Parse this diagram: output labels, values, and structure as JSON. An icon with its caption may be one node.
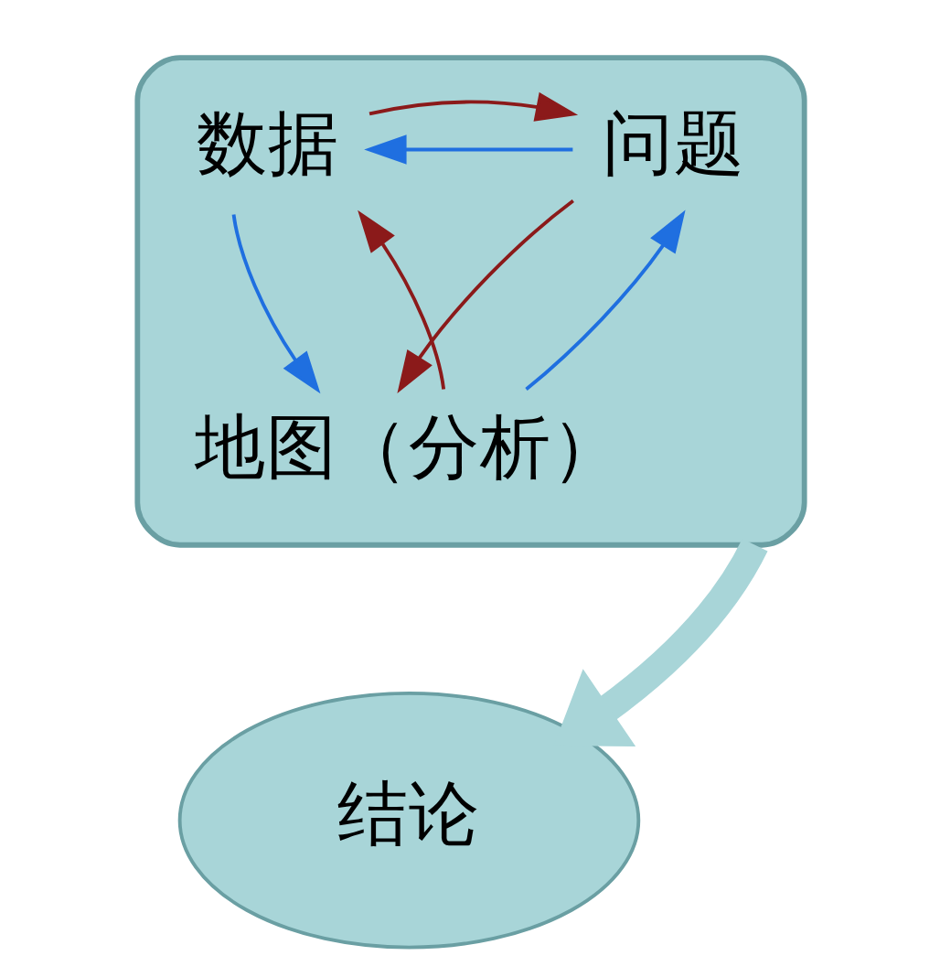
{
  "diagram": {
    "nodes": [
      {
        "text": [],
        "shape": "ellipse"
      },
      {
        "text": [
          "问题"
        ],
        "in": 0
      },
      {
        "text": [
          "数据"
        ],
        "in": 0
      },
      {
        "text": [
          "地图（分析）"
        ],
        "in": 0
      },
      {
        "text": [
          "结论"
        ]
      }
    ],
    "edges": [
      {
        "from": 1,
        "to": 2,
        "arrow": "to",
        "color": "#1f6fe0"
      },
      {
        "from": 2,
        "to": 1,
        "arrow": "to",
        "color": "#8b1a1a"
      },
      {
        "from": 1,
        "to": 3,
        "arrow": "to",
        "color": "#8b1a1a"
      },
      {
        "from": 3,
        "to": 1,
        "arrow": "to",
        "color": "#1f6fe0"
      },
      {
        "from": 3,
        "to": 2,
        "arrow": "to",
        "color": "#8b1a1a"
      },
      {
        "from": 2,
        "to": 3,
        "arrow": "to",
        "color": "#1f6fe0"
      },
      {
        "from": 0,
        "to": 4,
        "arrow": "to",
        "style": "thick",
        "color": "#a8d5d8"
      }
    ]
  }
}
